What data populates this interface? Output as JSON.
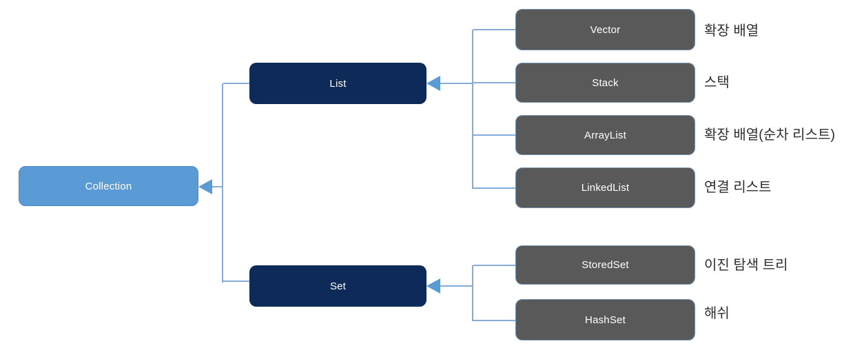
{
  "diagram_type": "hierarchy",
  "colors": {
    "root_fill": "#5B9BD5",
    "root_border": "#4788C8",
    "group_fill": "#0D2A58",
    "leaf_fill": "#595959",
    "leaf_border": "#7193B3",
    "connector_line": "#85ABDB",
    "arrowhead": "#5B9BD5",
    "box_text": "#FFFFFF",
    "annotation_text": "#2E2E2E",
    "background": "#FFFFFF"
  },
  "nodes": {
    "collection": {
      "label": "Collection"
    },
    "list": {
      "label": "List"
    },
    "set": {
      "label": "Set"
    },
    "vector": {
      "label": "Vector",
      "annotation": "확장 배열"
    },
    "stack": {
      "label": "Stack",
      "annotation": "스택"
    },
    "arraylist": {
      "label": "ArrayList",
      "annotation": "확장 배열(순차 리스트)"
    },
    "linkedlist": {
      "label": "LinkedList",
      "annotation": "연결 리스트"
    },
    "storedset": {
      "label": "StoredSet",
      "annotation": "이진 탐색 트리"
    },
    "hashset": {
      "label": "HashSet",
      "annotation": "해쉬"
    }
  },
  "edges": [
    {
      "from": "list",
      "to": "collection"
    },
    {
      "from": "set",
      "to": "collection"
    },
    {
      "from": "vector",
      "to": "list"
    },
    {
      "from": "stack",
      "to": "list"
    },
    {
      "from": "arraylist",
      "to": "list"
    },
    {
      "from": "linkedlist",
      "to": "list"
    },
    {
      "from": "storedset",
      "to": "set"
    },
    {
      "from": "hashset",
      "to": "set"
    }
  ]
}
